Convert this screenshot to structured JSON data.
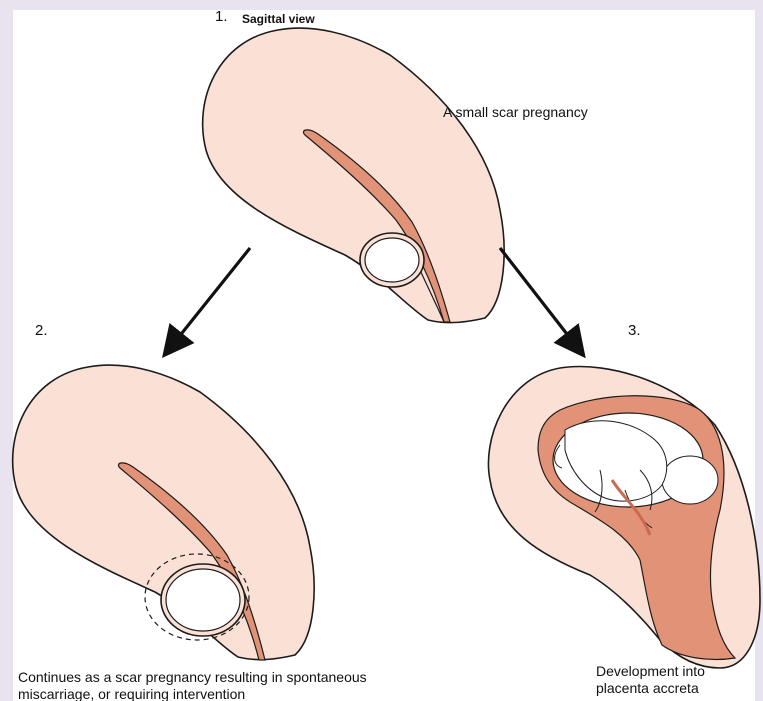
{
  "colors": {
    "page_border": "#e8e3ee",
    "uterus_fill": "#fbe1d5",
    "cavity_fill": "#e29377",
    "outline": "#1c1c1c"
  },
  "panel1": {
    "number": "1.",
    "title": "Sagittal view",
    "caption": "A small scar pregnancy"
  },
  "panel2": {
    "number": "2.",
    "caption_line1": "Continues as a scar pregnancy resulting in spontaneous",
    "caption_line2": "miscarriage, or requiring intervention"
  },
  "panel3": {
    "number": "3.",
    "caption_line1": "Development into",
    "caption_line2": "placenta accreta"
  }
}
